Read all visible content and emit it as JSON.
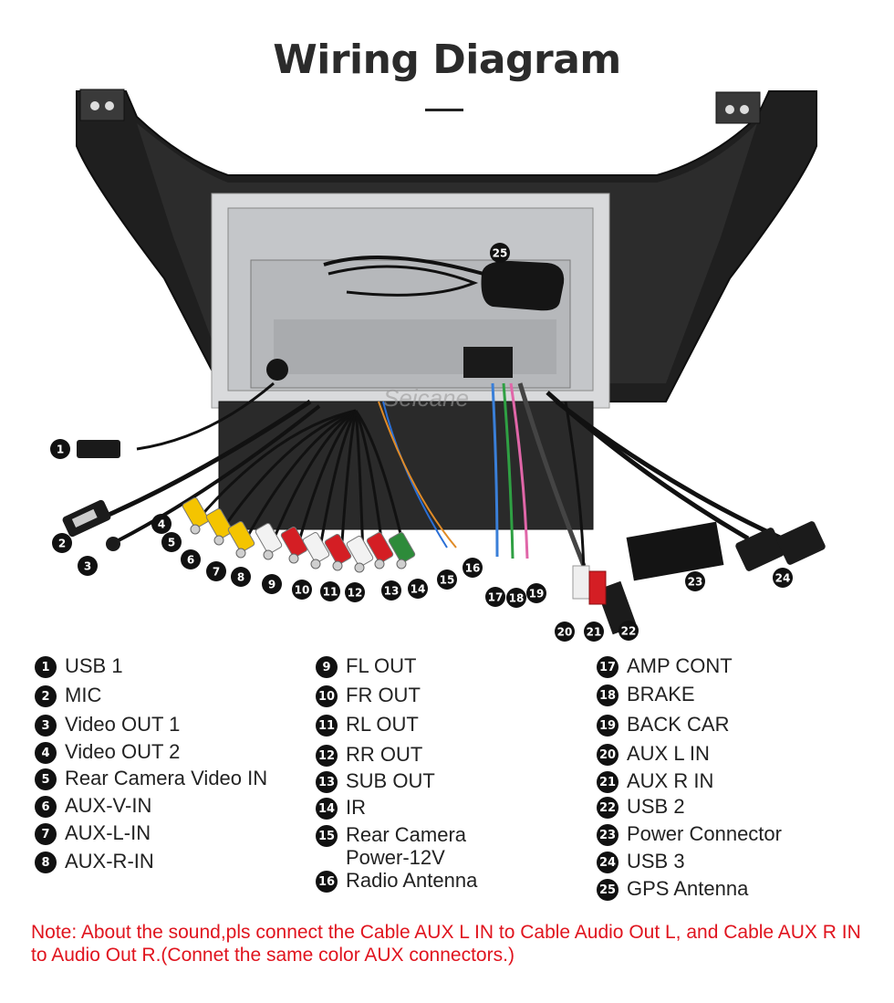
{
  "title": "Wiring Diagram",
  "watermark": "Seicane",
  "accent_colors": {
    "note": "#e0141e",
    "badge": "#111111",
    "rca_yellow": "#f4c400",
    "rca_white": "#f2f2f2",
    "rca_red": "#d41e24",
    "rca_green": "#2d8b3a"
  },
  "legend": [
    {
      "num": "1",
      "label": "USB 1"
    },
    {
      "num": "2",
      "label": "MIC"
    },
    {
      "num": "3",
      "label": "Video OUT 1"
    },
    {
      "num": "4",
      "label": "Video OUT 2"
    },
    {
      "num": "5",
      "label": "Rear Camera Video IN"
    },
    {
      "num": "6",
      "label": "AUX-V-IN"
    },
    {
      "num": "7",
      "label": "AUX-L-IN"
    },
    {
      "num": "8",
      "label": "AUX-R-IN"
    },
    {
      "num": "9",
      "label": "FL OUT"
    },
    {
      "num": "10",
      "label": "FR OUT"
    },
    {
      "num": "11",
      "label": "RL OUT"
    },
    {
      "num": "12",
      "label": "RR OUT"
    },
    {
      "num": "13",
      "label": "SUB OUT"
    },
    {
      "num": "14",
      "label": "IR"
    },
    {
      "num": "15",
      "label": "Rear Camera",
      "label2": "Power-12V"
    },
    {
      "num": "16",
      "label": "Radio Antenna"
    },
    {
      "num": "17",
      "label": "AMP CONT"
    },
    {
      "num": "18",
      "label": "BRAKE"
    },
    {
      "num": "19",
      "label": "BACK CAR"
    },
    {
      "num": "20",
      "label": "AUX L IN"
    },
    {
      "num": "21",
      "label": "AUX R IN"
    },
    {
      "num": "22",
      "label": "USB 2"
    },
    {
      "num": "23",
      "label": "Power Connector"
    },
    {
      "num": "24",
      "label": "USB 3"
    },
    {
      "num": "25",
      "label": "GPS Antenna"
    }
  ],
  "note": "Note: About the sound,pls connect the Cable AUX L IN to Cable Audio Out L, and Cable AUX R IN to  Audio Out R.(Connet the same color AUX connectors.)"
}
